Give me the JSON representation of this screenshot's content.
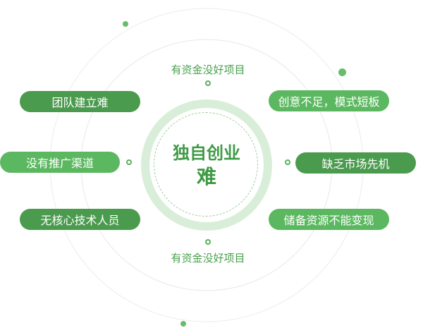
{
  "center": {
    "line1": "独自创业",
    "line2": "难"
  },
  "captions": {
    "top": "有资金没好项目",
    "bottom": "有资金没好项目"
  },
  "left_items": [
    {
      "label": "团队建立难"
    },
    {
      "label": "没有推广渠道"
    },
    {
      "label": "无核心技术人员"
    }
  ],
  "right_items": [
    {
      "label": "创意不足，模式短板"
    },
    {
      "label": "缺乏市场先机"
    },
    {
      "label": "储备资源不能变现"
    }
  ],
  "colors": {
    "pill_dark": "#4b9b4f",
    "pill_light": "#5cb860",
    "accent_text": "#3f9a45",
    "ring_fill": "#d9eed9",
    "ring_line": "#e6e6e6"
  }
}
